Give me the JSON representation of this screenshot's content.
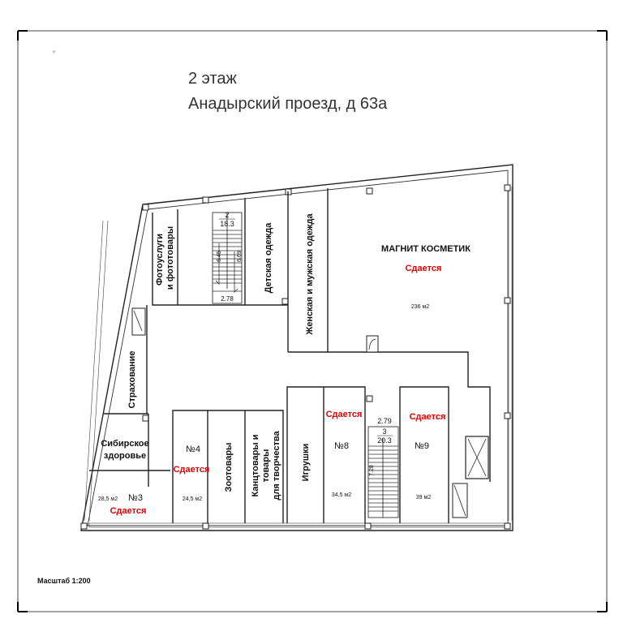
{
  "header": {
    "floor": "2 этаж",
    "address": "Анадырский проезд, д 63а"
  },
  "scale_note": "Масштаб 1:200",
  "colors": {
    "rent": "#e00000",
    "line": "#222222",
    "text": "#111111"
  },
  "rooms": {
    "photo": {
      "line1": "Фотоуслуги",
      "line2": "и фототовары"
    },
    "kids_clothes": {
      "label": "Детская одежда"
    },
    "wm_clothes": {
      "label": "Женская и мужская одежда"
    },
    "magnit": {
      "label": "МАГНИТ КОСМЕТИК",
      "status": "Сдается",
      "area": "236 м2"
    },
    "insurance": {
      "label": "Страхование"
    },
    "siberian": {
      "line1": "Сибирское",
      "line2": "здоровье"
    },
    "no3": {
      "num": "№3",
      "area": "28,5 м2",
      "status": "Сдается"
    },
    "no4": {
      "num": "№4",
      "area": "24,5 м2",
      "status": "Сдается"
    },
    "zoo": {
      "label": "Зоотовары"
    },
    "stationery": {
      "line1": "Канцтовары и",
      "line2": "товары",
      "line3": "для творчества"
    },
    "toys": {
      "label": "Игрушки"
    },
    "no8": {
      "num": "№8",
      "area": "34,5 м2",
      "status": "Сдается"
    },
    "no9": {
      "num": "№9",
      "area": "39 м2",
      "status": "Сдается"
    }
  },
  "stair_top": {
    "num": "2",
    "area": "18.3",
    "dim_a": "6.45",
    "dim_b": "6.69",
    "dim_w": "2.78"
  },
  "stair_bottom": {
    "dim_top": "2.79",
    "num": "3",
    "area": "20.3",
    "dim_side": "7.28"
  }
}
